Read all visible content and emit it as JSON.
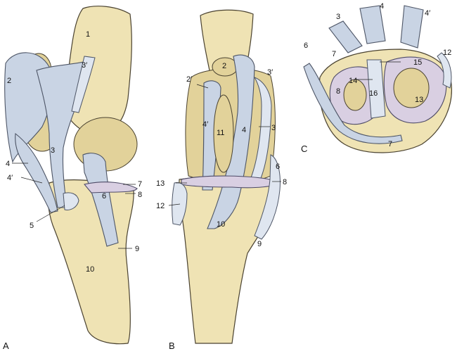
{
  "colors": {
    "bone": "#efe3b4",
    "ligament": "#c9d4e4",
    "meniscus": "#d9cfe2",
    "outline": "#4a4230"
  },
  "panels": {
    "a": {
      "letter": "A",
      "labels": {
        "l1": "1",
        "l2": "2",
        "l3p": "3′",
        "l3": "3",
        "l4": "4",
        "l4p": "4′",
        "l5": "5",
        "l6": "6",
        "l7": "7",
        "l8": "8",
        "l9": "9",
        "l10": "10"
      }
    },
    "b": {
      "letter": "B",
      "labels": {
        "l2": "2",
        "l2p": "2′",
        "l3p": "3′",
        "l4p": "4′",
        "l11": "11",
        "l4": "4",
        "l3": "3",
        "l6": "6",
        "l13": "13",
        "l8": "8",
        "l12": "12",
        "l10": "10",
        "l9": "9"
      }
    },
    "c": {
      "letter": "C",
      "labels": {
        "l3": "3",
        "l4": "4",
        "l4p": "4′",
        "l6": "6",
        "l7a": "7",
        "l12": "12",
        "l15": "15",
        "l14": "14",
        "l8": "8",
        "l16": "16",
        "l13": "13",
        "l7b": "7"
      }
    }
  }
}
